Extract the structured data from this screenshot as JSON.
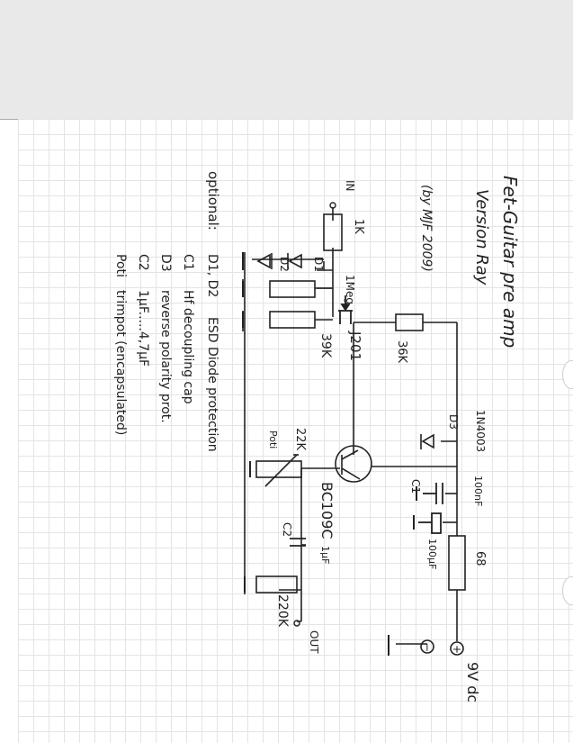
{
  "title": "Fet-Guitar pre amp",
  "version": "Version Ray",
  "author": "(by MJF 2009)",
  "parts": {
    "r_in": "1K",
    "d1": "D1",
    "d2": "D2",
    "r_gate": "1Meg",
    "r_source": "39K",
    "jfet": "J201",
    "r_drain": "36K",
    "d3": "D3",
    "d3_type": "1N4003",
    "c1": "C1",
    "c1_value": "100nF",
    "c_bulk": "100µF",
    "r_supply": "68",
    "transistor": "BC109C",
    "trim": "22K",
    "trim_label": "Poti",
    "c2": "C2",
    "c2_value": "1µF",
    "r_out": "220K"
  },
  "terminals": {
    "in": "IN",
    "out": "OUT",
    "plus": "+",
    "minus": "−",
    "supply": "9V dc"
  },
  "notes": {
    "heading": "optional:",
    "items": [
      {
        "ref": "D1, D2",
        "text": "ESD Diode protection"
      },
      {
        "ref": "C1",
        "text": "Hf decoupling cap"
      },
      {
        "ref": "D3",
        "text": "reverse polarity prot."
      },
      {
        "ref": "C2",
        "text": "1µF.....4,7µF"
      },
      {
        "ref": "Poti",
        "text": "trimpot (encapsulated)"
      }
    ]
  }
}
